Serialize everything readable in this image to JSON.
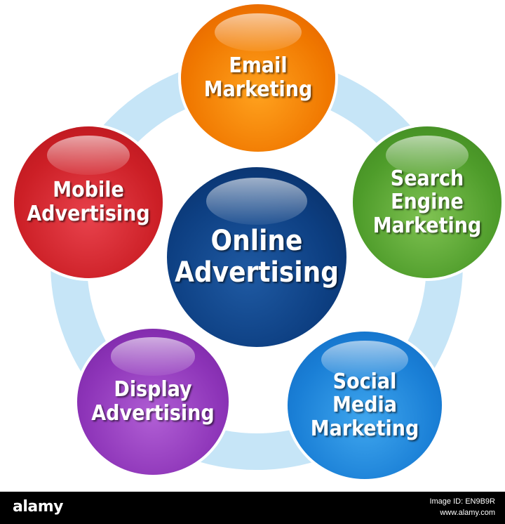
{
  "diagram": {
    "center": {
      "lines": [
        "Online",
        "Advertising"
      ],
      "color": "#0d3f82"
    },
    "nodes": [
      {
        "id": "email",
        "lines": [
          "Email",
          "Marketing"
        ],
        "color": "#f07800"
      },
      {
        "id": "search",
        "lines": [
          "Search",
          "Engine",
          "Marketing"
        ],
        "color": "#4e9c2a"
      },
      {
        "id": "social",
        "lines": [
          "Social",
          "Media",
          "Marketing"
        ],
        "color": "#1a7fd6"
      },
      {
        "id": "display",
        "lines": [
          "Display",
          "Advertising"
        ],
        "color": "#8d34b8"
      },
      {
        "id": "mobile",
        "lines": [
          "Mobile",
          "Advertising"
        ],
        "color": "#cc1f26"
      }
    ],
    "ring_color": "#c6e5f7"
  },
  "footer": {
    "logo": "alamy",
    "image_id": "Image ID: EN9B9R",
    "site": "www.alamy.com"
  }
}
